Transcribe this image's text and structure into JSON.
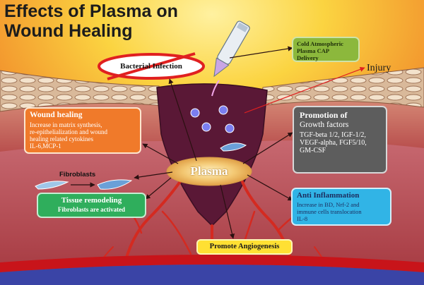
{
  "title": {
    "line1": "Effects of Plasma on",
    "line2": "Wound Healing"
  },
  "center": {
    "label": "Plasma"
  },
  "injury": {
    "label": "Injury"
  },
  "bacterial": {
    "label": "Bacterial Infection"
  },
  "cap": {
    "line1": "Cold Atmospheric",
    "line2": "Plasma  CAP",
    "line3": "Delivery"
  },
  "wound_healing": {
    "heading": "Wound healing",
    "lines": [
      "Increase in matrix synthesis,",
      "re-epithelialization and wound",
      "healing related cytokines",
      "IL-6,MCP-1"
    ]
  },
  "growth": {
    "heading": "Promotion of",
    "subheading": "Growth factors",
    "lines": [
      "TGF-beta 1/2, IGF-1/2,",
      "VEGF-alpha, FGF5/10,",
      "GM-CSF"
    ]
  },
  "fibroblasts": {
    "label": "Fibroblasts"
  },
  "tissue": {
    "heading": "Tissue remodeling",
    "sub": "Fibroblasts are activated"
  },
  "anti": {
    "heading": "Anti Inflammation",
    "lines": [
      "Increase in BD, Nrf-2 and",
      "immune cells translocation",
      "IL-8"
    ]
  },
  "angio": {
    "label": "Promote Angiogenesis"
  },
  "colors": {
    "background_top": "#fbe24a",
    "background_mid": "#f39a2f",
    "wound": "#5a1836",
    "plasma_glow": "#f6d58a",
    "blood_vessel": "#d42a20",
    "wound_box": "#f07a2a",
    "growth_box": "#5d5d5d",
    "tissue_box": "#2fae5c",
    "anti_box": "#31b4e6",
    "cap_box": "#8cb83c",
    "angio_box": "#ffe033"
  }
}
